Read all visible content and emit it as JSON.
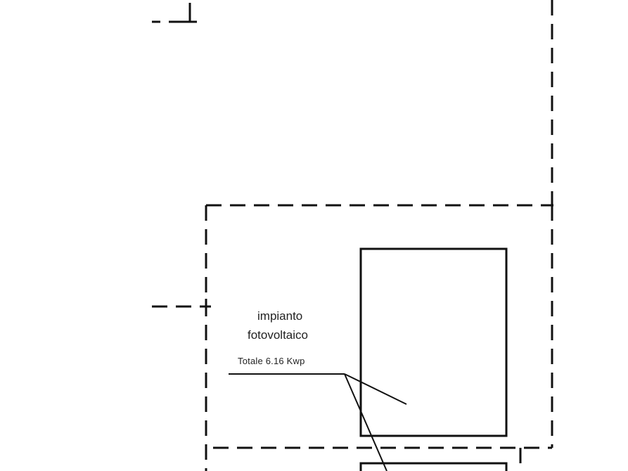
{
  "drawing": {
    "pv_label_line1": "impianto",
    "pv_label_line2": "fotovoltaico",
    "pv_total": "Totale 6.16 Kwp",
    "ink_color": "#111111",
    "background_color": "#ffffff"
  }
}
